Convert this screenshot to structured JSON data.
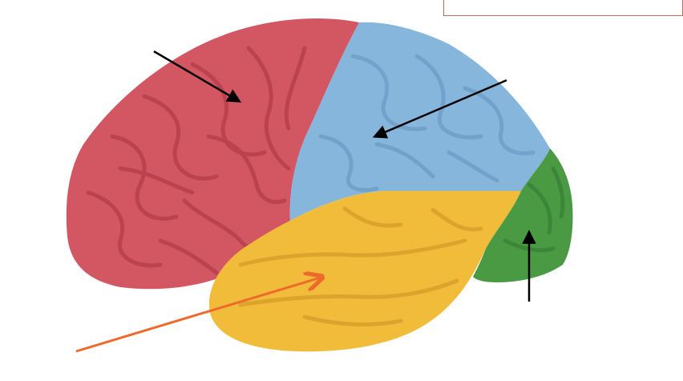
{
  "diagram": {
    "lobes": [
      {
        "name": "frontal-lobe",
        "color": "#d35663"
      },
      {
        "name": "parietal-lobe",
        "color": "#87b6dc"
      },
      {
        "name": "temporal-lobe",
        "color": "#f0bc3a"
      },
      {
        "name": "occipital-lobe",
        "color": "#4a9a44"
      }
    ],
    "pointer_colors": {
      "black": "#000000",
      "orange": "#ee6a2c"
    },
    "label_box_border": "#b76e60"
  }
}
